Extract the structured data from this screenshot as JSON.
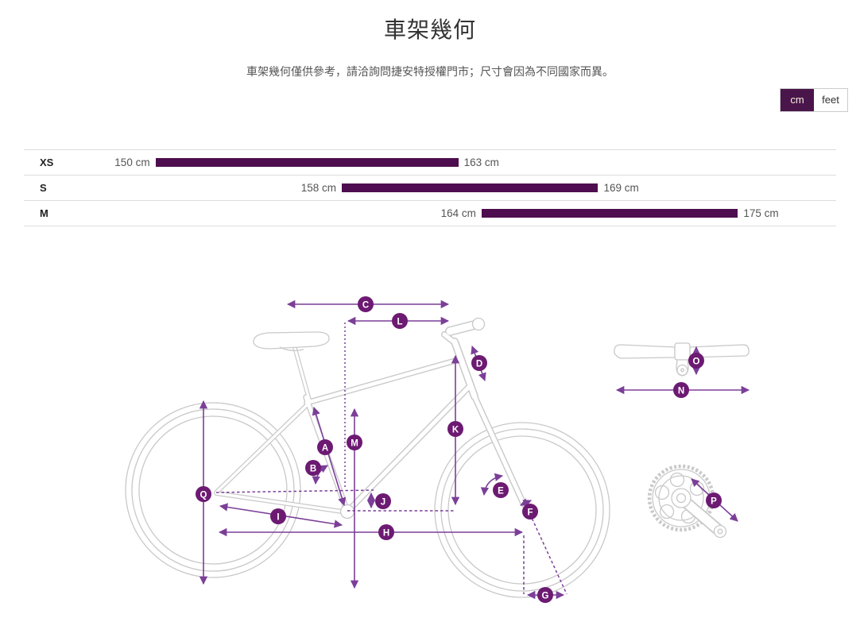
{
  "header": {
    "title": "車架幾何",
    "subtitle": "車架幾何僅供參考，請洽詢問捷安特授權門市；尺寸會因為不同國家而異。"
  },
  "unit_toggle": {
    "cm_label": "cm",
    "feet_label": "feet",
    "selected": "cm"
  },
  "chart_data": {
    "type": "bar",
    "description": "rider-height range bars per frame size",
    "unit": "cm",
    "axis_range": [
      150,
      175
    ],
    "rows": [
      {
        "size": "XS",
        "min": 150,
        "max": 163,
        "min_label": "150 cm",
        "max_label": "163 cm"
      },
      {
        "size": "S",
        "min": 158,
        "max": 169,
        "min_label": "158 cm",
        "max_label": "169 cm"
      },
      {
        "size": "M",
        "min": 164,
        "max": 175,
        "min_label": "164 cm",
        "max_label": "175 cm"
      }
    ]
  },
  "diagram": {
    "markers": [
      "C",
      "L",
      "D",
      "K",
      "M",
      "A",
      "B",
      "J",
      "E",
      "F",
      "I",
      "H",
      "Q",
      "G",
      "O",
      "N",
      "P"
    ]
  },
  "colors": {
    "arrow_purple": "#7b3f98",
    "marker_fill": "#6c1a72",
    "bar_fill": "#4e0d4e",
    "toggle_selected_bg": "#4a154b",
    "outline_gray": "#c9c9c9"
  }
}
